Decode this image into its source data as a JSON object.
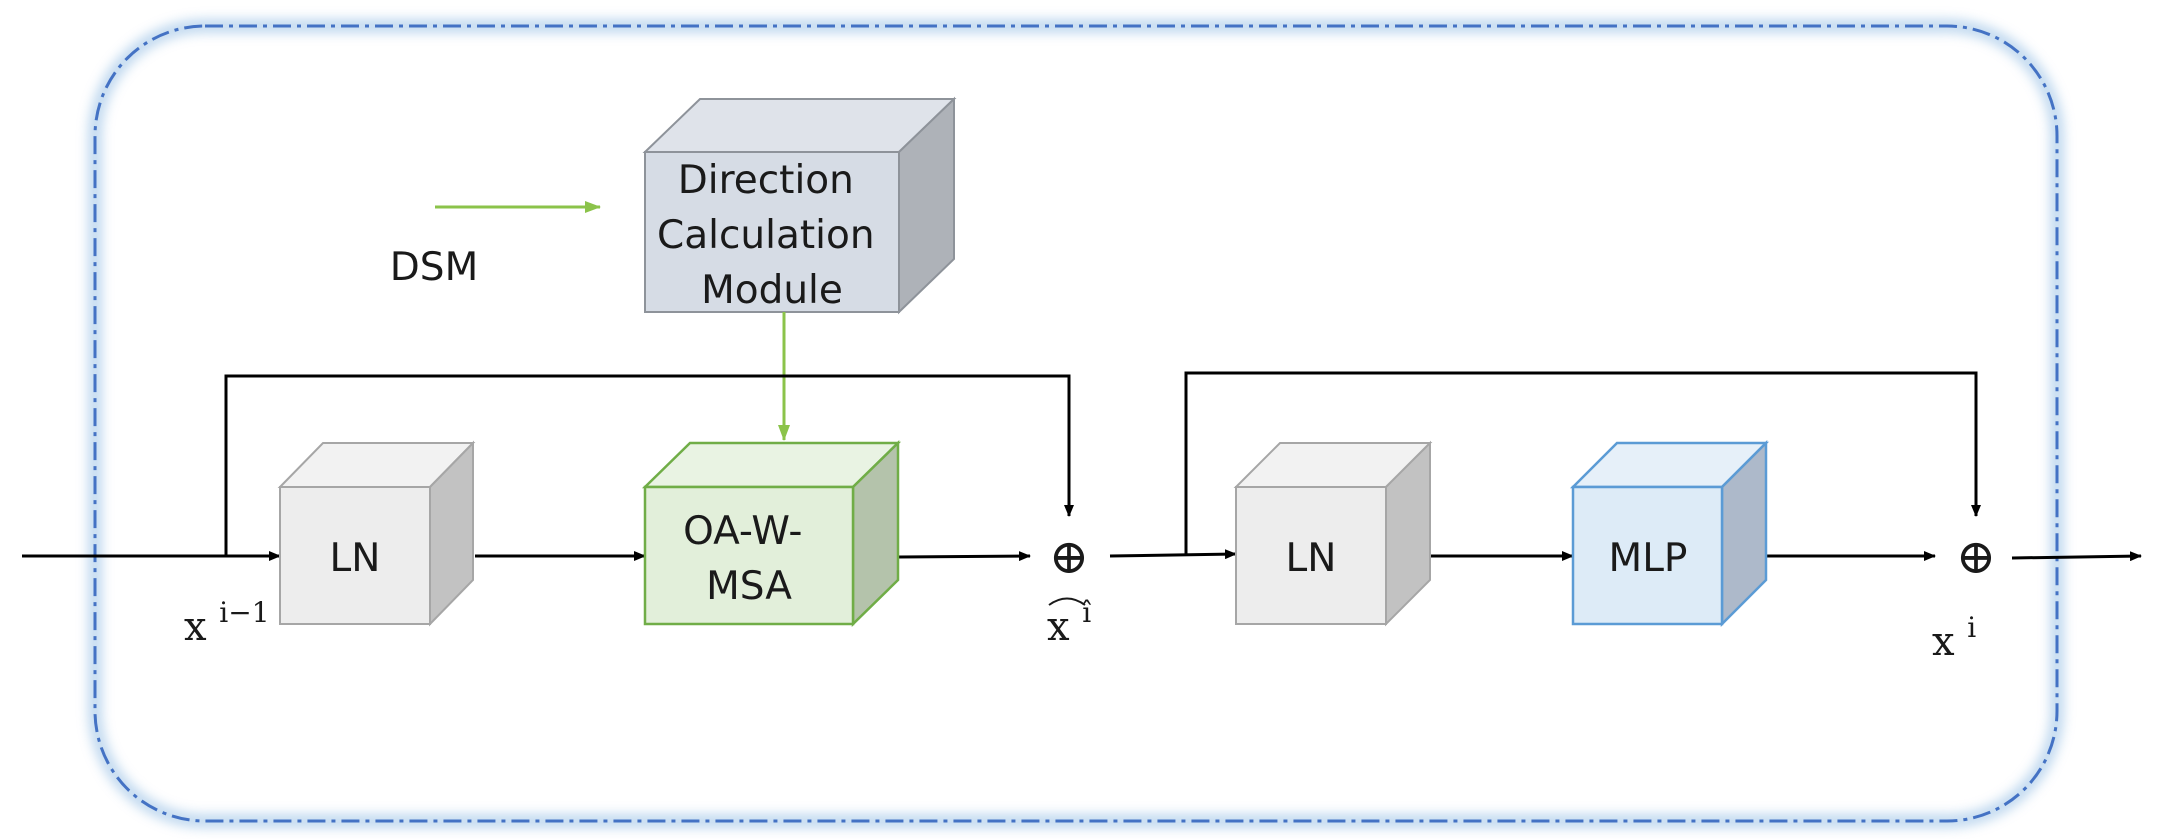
{
  "blocks": {
    "direction_module": {
      "lines": [
        "Direction",
        "Calculation",
        "Module"
      ]
    },
    "ln_first": {
      "label": "LN"
    },
    "oa_w_msa": {
      "lines": [
        "OA-W-",
        "MSA"
      ]
    },
    "ln_second": {
      "label": "LN"
    },
    "mlp": {
      "label": "MLP"
    }
  },
  "legend": {
    "dsm_label": "DSM"
  },
  "symbols": {
    "input_var": {
      "base": "x",
      "sup": "i−1"
    },
    "intermediate_var": {
      "base": "x",
      "sup": "î"
    },
    "output_var": {
      "base": "x",
      "sup": "i"
    },
    "sum_glyph": "⊕"
  },
  "colors": {
    "frame_dash": "#4472c4",
    "frame_glow": "#9dc3e6",
    "dsm_arrow": "#8bc34a",
    "arrow": "#000000",
    "direction_front": "#d6dce5",
    "direction_top": "#dfe3ea",
    "direction_side": "#aeb2b8",
    "direction_edge": "#8e939a",
    "ln_front": "#ededed",
    "ln_top": "#f2f2f2",
    "ln_side": "#c2c2c2",
    "ln_edge": "#a6a6a6",
    "msa_front": "#e2efda",
    "msa_top": "#e9f3e3",
    "msa_side": "#b4c3ab",
    "msa_edge": "#70ad47",
    "mlp_front": "#ddebf7",
    "mlp_top": "#e6f0f9",
    "mlp_side": "#adb9ca",
    "mlp_edge": "#5b9bd5"
  }
}
